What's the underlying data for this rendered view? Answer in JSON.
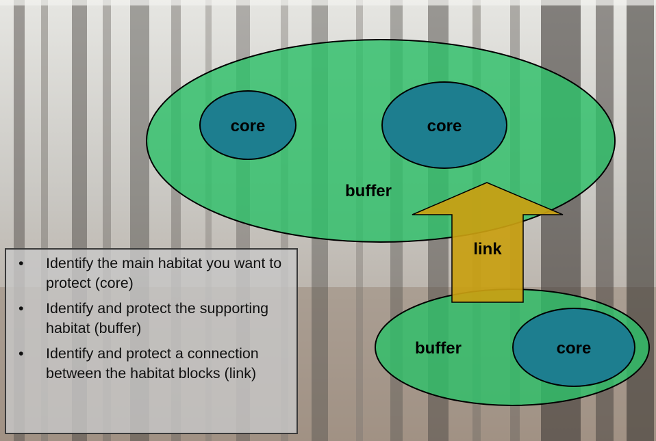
{
  "diagram": {
    "labels": {
      "core_top_left": "core",
      "core_top_right": "core",
      "buffer_top": "buffer",
      "link": "link",
      "buffer_bottom": "buffer",
      "core_bottom": "core"
    },
    "bullets": [
      "Identify the main habitat you want to protect (core)",
      "Identify and protect the supporting habitat (buffer)",
      "Identify and protect a connection between the habitat blocks (link)"
    ]
  },
  "colors": {
    "buffer_fill": "#2ec069",
    "core_fill": "#1d7e8f",
    "link_fill": "#c9a011",
    "outline": "#000000"
  }
}
